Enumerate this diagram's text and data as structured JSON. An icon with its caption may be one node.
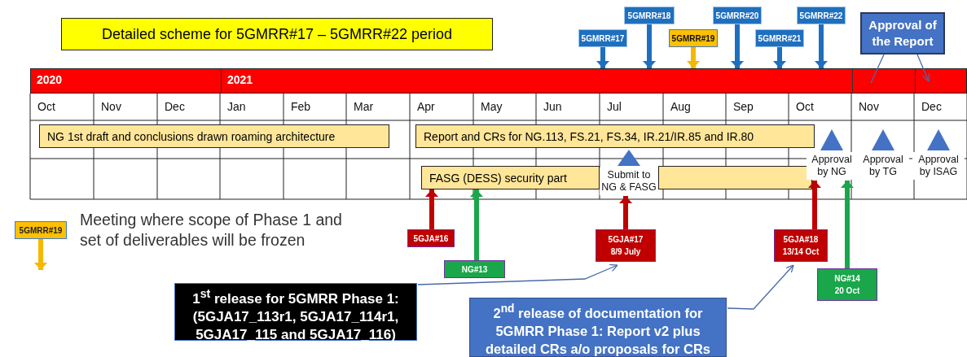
{
  "diagram": {
    "nodes": [
      {
        "text": [
          "Detailed scheme for 5GMRR#17 – 5GMRR#22 period"
        ]
      },
      {
        "text": [
          "5GMRR#17"
        ]
      },
      {
        "text": [
          "5GMRR#18"
        ]
      },
      {
        "text": [
          "5GMRR#19"
        ]
      },
      {
        "text": [
          "5GMRR#20"
        ]
      },
      {
        "text": [
          "5GMRR#21"
        ]
      },
      {
        "text": [
          "5GMRR#22"
        ]
      },
      {
        "text": [
          "Approval of the Report"
        ]
      },
      {
        "text": [
          "NG 1st draft and conclusions drawn roaming architecture"
        ]
      },
      {
        "text": [
          "Report and CRs for NG.113, FS.21, FS.34, IR.21/IR.85 and IR.80"
        ]
      },
      {
        "text": [
          "FASG (DESS) security part"
        ]
      },
      {
        "text": [
          "Submit to NG & FASG"
        ]
      },
      {
        "text": [
          "Approval by NG"
        ]
      },
      {
        "text": [
          "Approval by TG"
        ]
      },
      {
        "text": [
          "Approval by ISAG"
        ]
      },
      {
        "text": [
          "5GMRR#19"
        ],
        "beside": [
          "Meeting where scope of Phase 1 and set of deliverables will be frozen"
        ]
      },
      {
        "text": [
          "5GJA#16"
        ]
      },
      {
        "text": [
          "NG#13"
        ]
      },
      {
        "text": [
          "5GJA#17",
          "8/9 July"
        ]
      },
      {
        "text": [
          "5GJA#18",
          "13/14 Oct"
        ]
      },
      {
        "text": [
          "NG#14",
          "20 Oct"
        ]
      },
      {
        "text": [
          "1$^{st}$ release for 5GMRR Phase 1: (5GJA17_113r1, 5GJA17_114r1, 5GJA17_115 and 5GJA17_116)"
        ]
      },
      {
        "text": [
          "2$^{nd}$ release of documentation for 5GMRR Phase 1: Report v2 plus detailed CRs a/o proposals for CRs"
        ]
      },
      {
        "text": [
          "2020",
          "2021"
        ]
      },
      {
        "text": [],
        "shape": "bar"
      }
    ],
    "edges": [
      {
        "from": 1,
        "to": 23,
        "arrow": "to",
        "color": "#1f6fbf"
      },
      {
        "from": 2,
        "to": 23,
        "arrow": "to",
        "color": "#1f6fbf"
      },
      {
        "from": 3,
        "to": 23,
        "arrow": "to",
        "color": "#f5b800"
      },
      {
        "from": 4,
        "to": 23,
        "arrow": "to",
        "color": "#1f6fbf"
      },
      {
        "from": 5,
        "to": 23,
        "arrow": "to",
        "color": "#1f6fbf"
      },
      {
        "from": 6,
        "to": 23,
        "arrow": "to",
        "color": "#1f6fbf"
      },
      {
        "from": 7,
        "to": 23,
        "arrow": "none"
      },
      {
        "from": 7,
        "to": 23,
        "arrow": "to"
      },
      {
        "from": 15,
        "to": null,
        "arrow": "to",
        "color": "#f5b800"
      },
      {
        "from": 16,
        "to": 10,
        "arrow": "to",
        "color": "#c00000"
      },
      {
        "from": 17,
        "to": 10,
        "arrow": "to",
        "color": "#1aa64a"
      },
      {
        "from": 18,
        "to": 11,
        "arrow": "to",
        "color": "#c00000"
      },
      {
        "from": 19,
        "to": 12,
        "arrow": "to",
        "color": "#c00000"
      },
      {
        "from": 20,
        "to": 12,
        "arrow": "to",
        "color": "#1aa64a"
      },
      {
        "from": 21,
        "to": 18,
        "arrow": "to"
      },
      {
        "from": 22,
        "to": 19,
        "arrow": "to"
      }
    ],
    "labels": [
      "Oct",
      "Nov",
      "Dec",
      "Jan",
      "Feb",
      "Mar",
      "Apr",
      "May",
      "Jun",
      "Jul",
      "Aug",
      "Sep",
      "Oct",
      "Nov",
      "Dec"
    ]
  }
}
